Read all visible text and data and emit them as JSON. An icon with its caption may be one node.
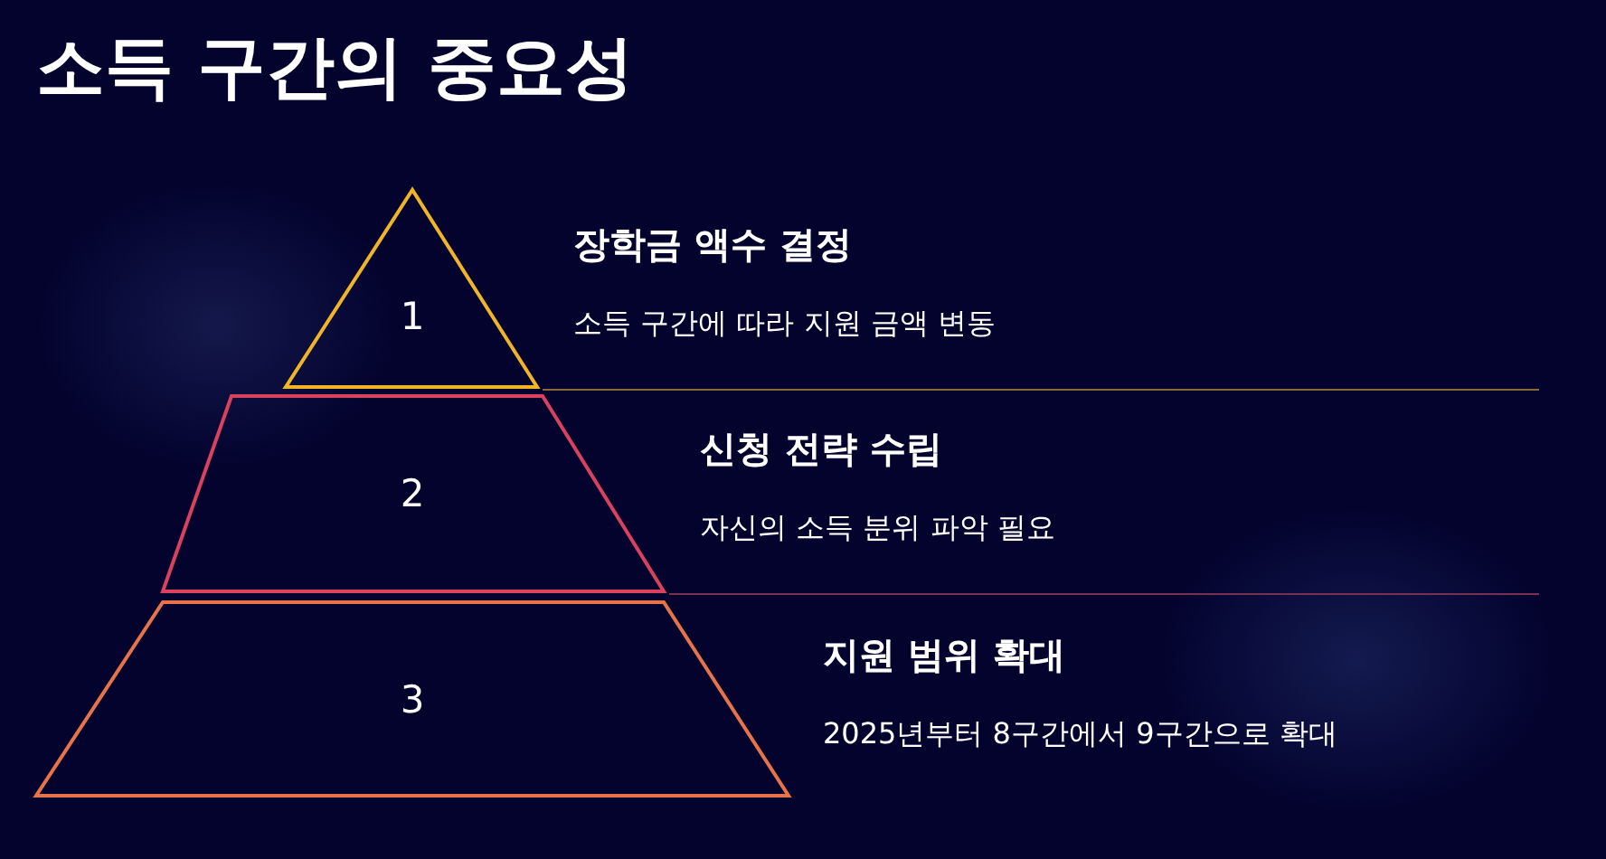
{
  "diagram": {
    "title": "소득 구간의 중요성",
    "nodes": [
      {
        "text": [
          "1"
        ],
        "beside": [
          "장학금 액수 결정",
          "소득 구간에 따라 지원 금액 변동"
        ]
      },
      {
        "text": [
          "2"
        ],
        "beside": [
          "신청 전략 수립",
          "자신의 소득 분위 파악 필요"
        ]
      },
      {
        "text": [
          "3"
        ],
        "beside": [
          "지원 범위 확대",
          "2025년부터 8구간에서 9구간으로 확대"
        ]
      }
    ]
  }
}
